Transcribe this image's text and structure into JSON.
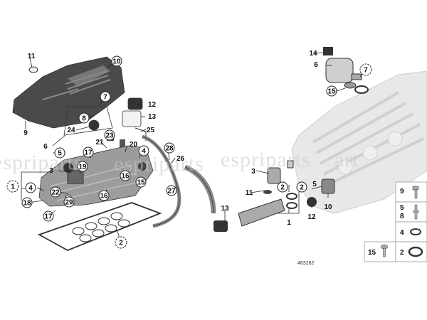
{
  "diagram": {
    "reference_number": "483262",
    "watermark": [
      "espriparts",
      "esprip",
      "espriparts",
      "esprip",
      "art"
    ],
    "callouts": {
      "c11a": "11",
      "c10": "10",
      "c9": "9",
      "c7a": "7",
      "c12a": "12",
      "c8": "8",
      "c13a": "13",
      "c24": "24",
      "c25": "25",
      "c23": "23",
      "c6a": "6",
      "c5a": "5",
      "c21": "21",
      "c20": "20",
      "c28": "28",
      "c26": "26",
      "c17a": "17",
      "c19": "19",
      "c3a": "3",
      "c4a": "4",
      "c4b": "4",
      "c15a": "15",
      "c1a": "1",
      "c22": "22",
      "c16a": "16",
      "c16b": "16",
      "c27": "27",
      "c18": "18",
      "c29": "29",
      "c17b": "17",
      "c2a": "2",
      "c14": "14",
      "c6b": "6",
      "c7b": "7",
      "c15b": "15",
      "c3b": "3",
      "c11b": "11",
      "c2b": "2",
      "c2c": "2",
      "c5b": "5",
      "c13b": "13",
      "c12b": "12",
      "c10b": "10",
      "c1b": "1"
    },
    "legend": [
      {
        "num": "9"
      },
      {
        "num": "5",
        "sub": "8"
      },
      {
        "num": "4"
      },
      {
        "num": "15"
      },
      {
        "num": "2"
      }
    ]
  }
}
